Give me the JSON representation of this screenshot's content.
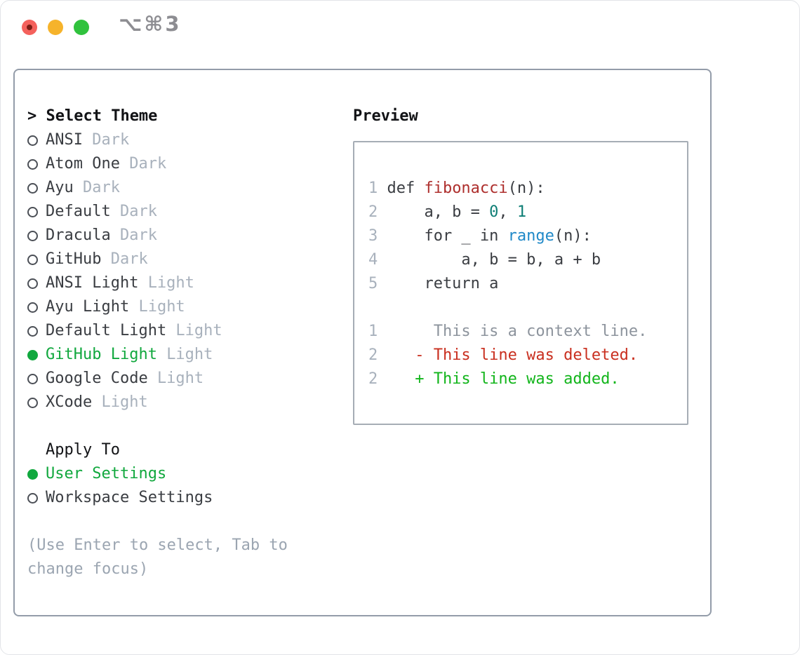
{
  "window": {
    "shortcut_label": "⌥⌘3",
    "traffic_lights": [
      "close",
      "minimize",
      "zoom"
    ]
  },
  "theme_panel": {
    "header": {
      "prefix": ">",
      "label": "Select Theme"
    },
    "items": [
      {
        "name": "ANSI",
        "variant": "Dark",
        "selected": false
      },
      {
        "name": "Atom One",
        "variant": "Dark",
        "selected": false
      },
      {
        "name": "Ayu",
        "variant": "Dark",
        "selected": false
      },
      {
        "name": "Default",
        "variant": "Dark",
        "selected": false
      },
      {
        "name": "Dracula",
        "variant": "Dark",
        "selected": false
      },
      {
        "name": "GitHub",
        "variant": "Dark",
        "selected": false
      },
      {
        "name": "ANSI Light",
        "variant": "Light",
        "selected": false
      },
      {
        "name": "Ayu Light",
        "variant": "Light",
        "selected": false
      },
      {
        "name": "Default Light",
        "variant": "Light",
        "selected": false
      },
      {
        "name": "GitHub Light",
        "variant": "Light",
        "selected": true
      },
      {
        "name": "Google Code",
        "variant": "Light",
        "selected": false
      },
      {
        "name": "XCode",
        "variant": "Light",
        "selected": false
      }
    ],
    "apply_to": {
      "label": "Apply To",
      "options": [
        {
          "name": "User Settings",
          "selected": true
        },
        {
          "name": "Workspace Settings",
          "selected": false
        }
      ]
    },
    "hint_lines": [
      "(Use Enter to select, Tab to",
      "change focus)"
    ]
  },
  "preview": {
    "title": "Preview",
    "code_lines": [
      {
        "number": "1",
        "segments": [
          {
            "t": "def ",
            "c": "plain"
          },
          {
            "t": "fibonacci",
            "c": "func"
          },
          {
            "t": "(n):",
            "c": "plain"
          }
        ]
      },
      {
        "number": "2",
        "segments": [
          {
            "t": "    a, b = ",
            "c": "plain"
          },
          {
            "t": "0",
            "c": "num"
          },
          {
            "t": ", ",
            "c": "plain"
          },
          {
            "t": "1",
            "c": "num"
          }
        ]
      },
      {
        "number": "3",
        "segments": [
          {
            "t": "    for _ in ",
            "c": "plain"
          },
          {
            "t": "range",
            "c": "builtin"
          },
          {
            "t": "(n):",
            "c": "plain"
          }
        ]
      },
      {
        "number": "4",
        "segments": [
          {
            "t": "        a, b = b, a + b",
            "c": "plain"
          }
        ]
      },
      {
        "number": "5",
        "segments": [
          {
            "t": "    return a",
            "c": "plain"
          }
        ]
      },
      {
        "number": "",
        "segments": []
      },
      {
        "number": "1",
        "segments": [
          {
            "t": "     This is a context line.",
            "c": "context"
          }
        ]
      },
      {
        "number": "2",
        "segments": [
          {
            "t": "   - This line was deleted.",
            "c": "deleted"
          }
        ]
      },
      {
        "number": "2",
        "segments": [
          {
            "t": "   + This line was added.",
            "c": "added"
          }
        ]
      }
    ]
  },
  "colors": {
    "selection_green": "#11a83e",
    "added_green": "#12b51b",
    "deleted_red": "#c92f1f",
    "function_red": "#ae2f2d",
    "number_teal": "#0e7e75",
    "builtin_blue": "#2089c8",
    "muted_gray": "#a8b1bc",
    "hint_gray": "#9ba5b1",
    "text_dark": "#3a3d42",
    "panel_border": "#939ca9",
    "traffic_red": "#f4615c",
    "traffic_yellow": "#f6b32b",
    "traffic_green": "#30c23d"
  }
}
